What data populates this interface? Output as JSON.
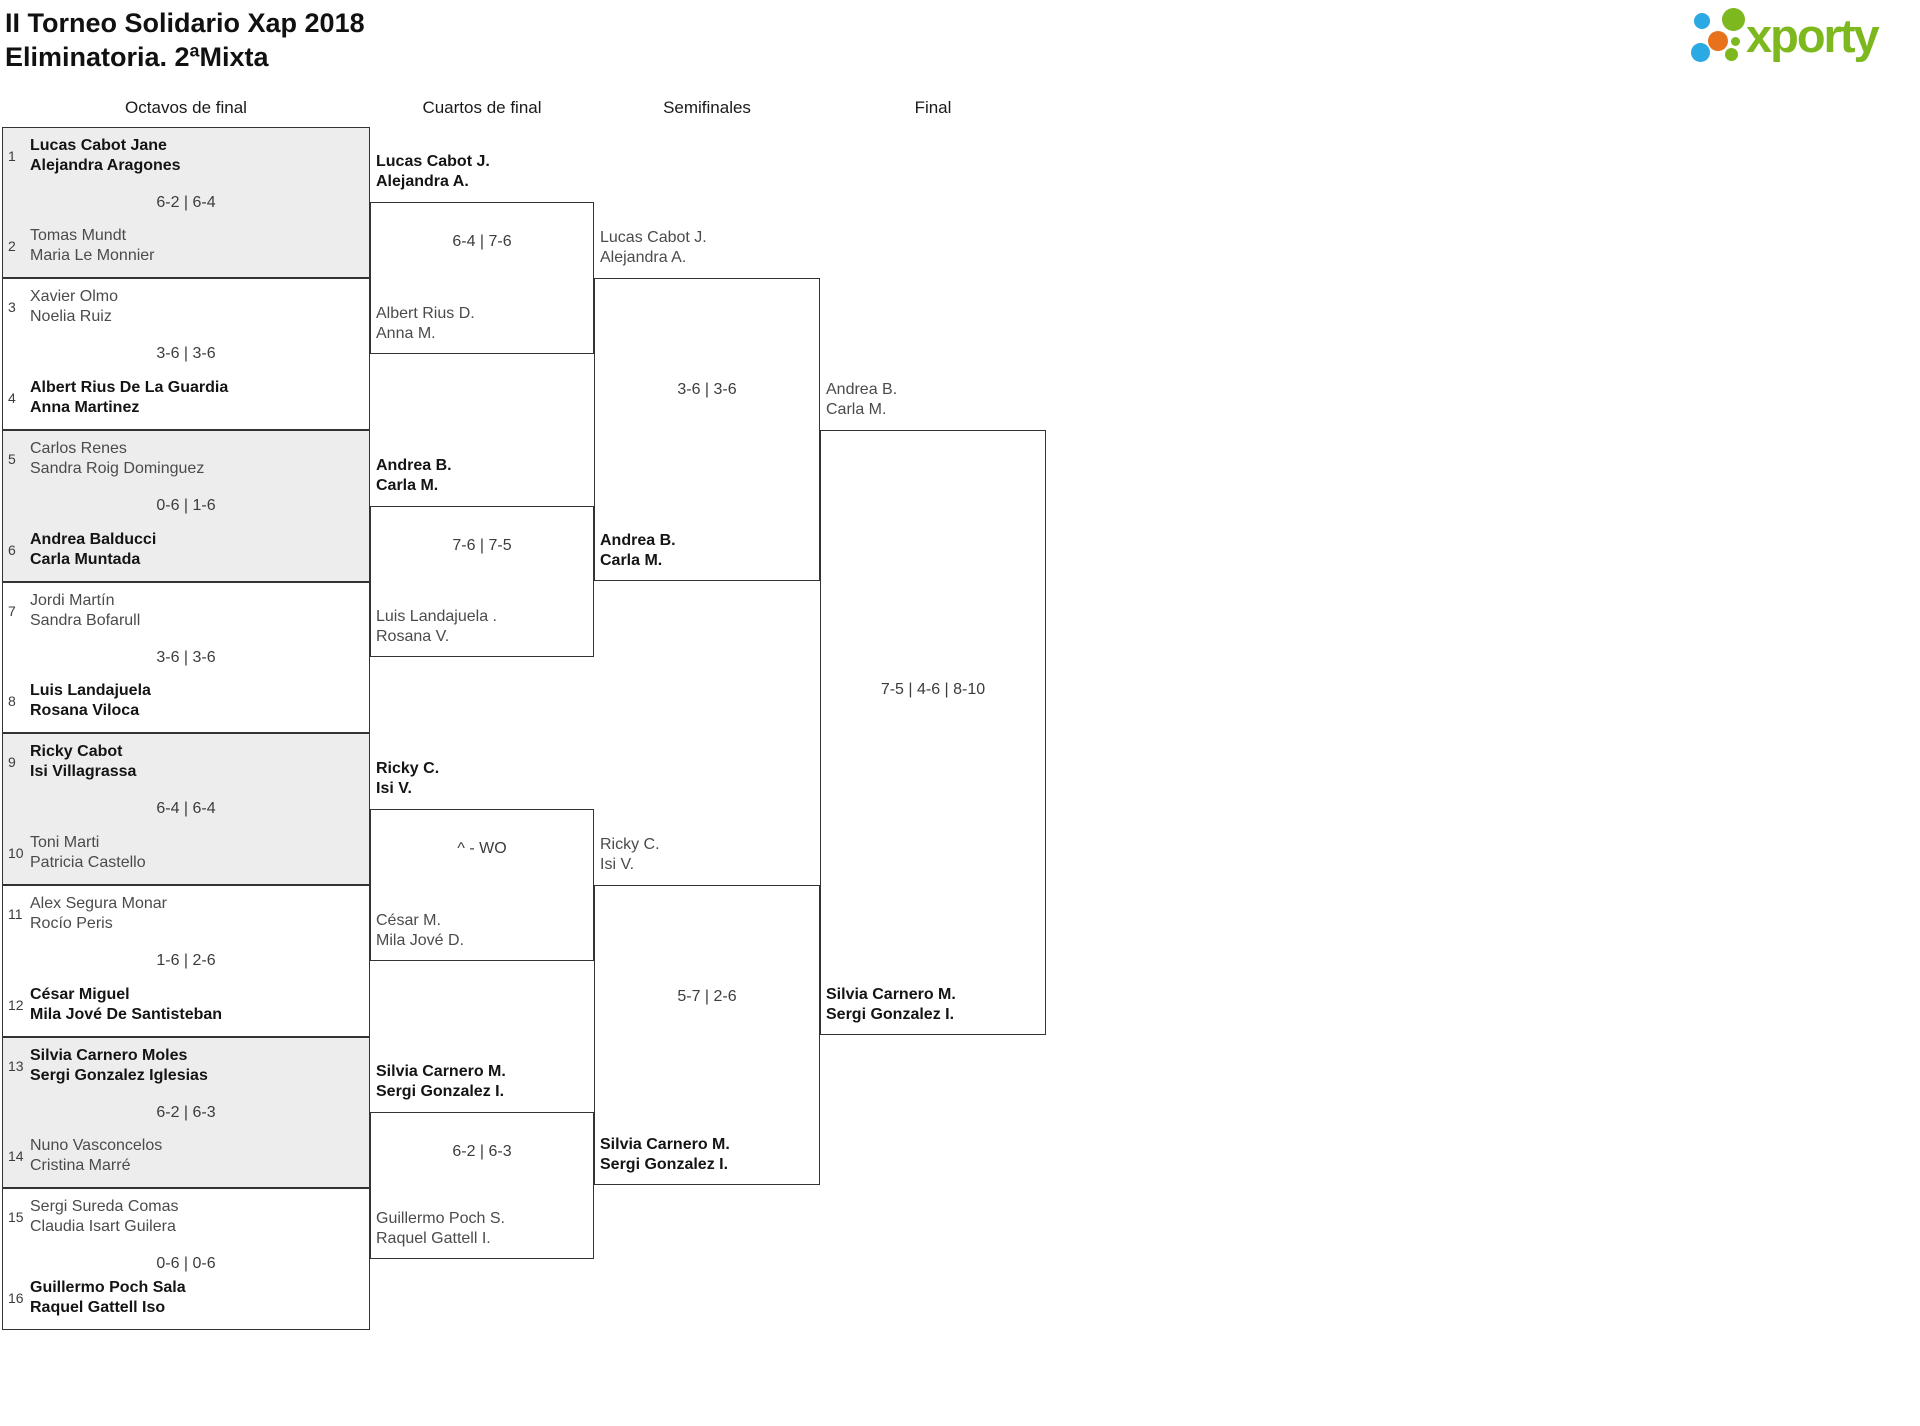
{
  "page": {
    "title_line1": "II Torneo Solidario Xap 2018",
    "title_line2": "Eliminatoria. 2ªMixta"
  },
  "logo": {
    "text": "xporty",
    "brand_green": "#7db81e",
    "brand_blue": "#2ba9e2",
    "brand_orange": "#e8721c"
  },
  "rounds": {
    "octavos": "Octavos de final",
    "cuartos": "Cuartos de final",
    "semis": "Semifinales",
    "final": "Final"
  },
  "bracket": {
    "r16": [
      {
        "seed_a": "1",
        "team_a": {
          "line1": "Lucas Cabot Jane",
          "line2": "Alejandra Aragones",
          "bold": true
        },
        "score": "6-2 | 6-4",
        "seed_b": "2",
        "team_b": {
          "line1": "Tomas Mundt",
          "line2": "Maria Le Monnier",
          "bold": false
        }
      },
      {
        "seed_a": "3",
        "team_a": {
          "line1": "Xavier Olmo",
          "line2": "Noelia Ruiz",
          "bold": false
        },
        "score": "3-6 | 3-6",
        "seed_b": "4",
        "team_b": {
          "line1": "Albert Rius De La Guardia",
          "line2": "Anna Martinez",
          "bold": true
        }
      },
      {
        "seed_a": "5",
        "team_a": {
          "line1": "Carlos Renes",
          "line2": "Sandra Roig Dominguez",
          "bold": false
        },
        "score": "0-6 | 1-6",
        "seed_b": "6",
        "team_b": {
          "line1": "Andrea Balducci",
          "line2": "Carla Muntada",
          "bold": true
        }
      },
      {
        "seed_a": "7",
        "team_a": {
          "line1": "Jordi Martín",
          "line2": "Sandra Bofarull",
          "bold": false
        },
        "score": "3-6 | 3-6",
        "seed_b": "8",
        "team_b": {
          "line1": "Luis Landajuela",
          "line2": "Rosana Viloca",
          "bold": true
        }
      },
      {
        "seed_a": "9",
        "team_a": {
          "line1": "Ricky Cabot",
          "line2": "Isi Villagrassa",
          "bold": true
        },
        "score": "6-4 | 6-4",
        "seed_b": "10",
        "team_b": {
          "line1": "Toni Marti",
          "line2": "Patricia Castello",
          "bold": false
        }
      },
      {
        "seed_a": "11",
        "team_a": {
          "line1": "Alex Segura Monar",
          "line2": "Rocío Peris",
          "bold": false
        },
        "score": "1-6 | 2-6",
        "seed_b": "12",
        "team_b": {
          "line1": "César Miguel",
          "line2": "Mila Jové De Santisteban",
          "bold": true
        }
      },
      {
        "seed_a": "13",
        "team_a": {
          "line1": "Silvia Carnero Moles",
          "line2": "Sergi Gonzalez Iglesias",
          "bold": true
        },
        "score": "6-2 | 6-3",
        "seed_b": "14",
        "team_b": {
          "line1": "Nuno Vasconcelos",
          "line2": "Cristina Marré",
          "bold": false
        }
      },
      {
        "seed_a": "15",
        "team_a": {
          "line1": "Sergi Sureda Comas",
          "line2": "Claudia Isart Guilera",
          "bold": false
        },
        "score": "0-6 | 0-6",
        "seed_b": "16",
        "team_b": {
          "line1": "Guillermo Poch Sala",
          "line2": "Raquel Gattell Iso",
          "bold": true
        }
      }
    ],
    "qf": [
      {
        "team_a": {
          "line1": "Lucas Cabot J.",
          "line2": "Alejandra A.",
          "bold": true
        },
        "score": "6-4 | 7-6",
        "team_b": {
          "line1": "Albert Rius D.",
          "line2": "Anna M.",
          "bold": false
        }
      },
      {
        "team_a": {
          "line1": "Andrea B.",
          "line2": "Carla M.",
          "bold": true
        },
        "score": "7-6 | 7-5",
        "team_b": {
          "line1": "Luis Landajuela .",
          "line2": "Rosana V.",
          "bold": false
        }
      },
      {
        "team_a": {
          "line1": "Ricky C.",
          "line2": "Isi V.",
          "bold": true
        },
        "score": "^ - WO",
        "team_b": {
          "line1": "César M.",
          "line2": "Mila Jové D.",
          "bold": false
        }
      },
      {
        "team_a": {
          "line1": "Silvia Carnero M.",
          "line2": "Sergi Gonzalez I.",
          "bold": true
        },
        "score": "6-2 | 6-3",
        "team_b": {
          "line1": "Guillermo Poch S.",
          "line2": "Raquel Gattell I.",
          "bold": false
        }
      }
    ],
    "sf": [
      {
        "team_a": {
          "line1": "Lucas Cabot J.",
          "line2": "Alejandra A.",
          "bold": false
        },
        "score": "3-6 | 3-6",
        "team_b": {
          "line1": "Andrea B.",
          "line2": "Carla M.",
          "bold": true
        }
      },
      {
        "team_a": {
          "line1": "Ricky C.",
          "line2": "Isi V.",
          "bold": false
        },
        "score": "5-7 | 2-6",
        "team_b": {
          "line1": "Silvia Carnero M.",
          "line2": "Sergi Gonzalez I.",
          "bold": true
        }
      }
    ],
    "final": {
      "team_a": {
        "line1": "Andrea B.",
        "line2": "Carla M.",
        "bold": false
      },
      "score": "7-5 | 4-6 | 8-10",
      "team_b": {
        "line1": "Silvia Carnero M.",
        "line2": "Sergi Gonzalez I.",
        "bold": true
      }
    }
  }
}
